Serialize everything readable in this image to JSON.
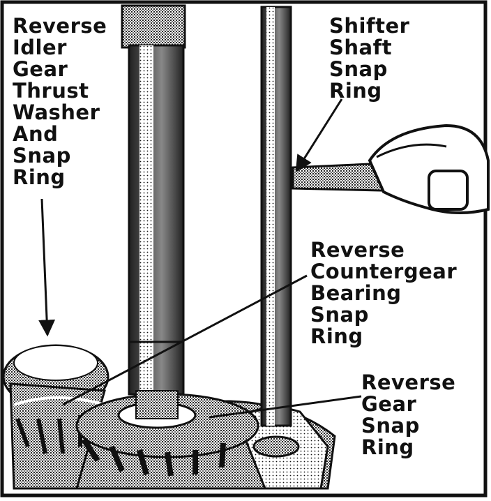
{
  "labels": {
    "reverse_idler": "Reverse\nIdler\nGear\nThrust\nWasher\nAnd\nSnap\nRing",
    "shifter_shaft": "Shifter\nShaft\nSnap\nRing",
    "countergear": "Reverse\nCountergear\nBearing\nSnap\nRing",
    "reverse_gear": "Reverse\nGear\nSnap\nRing"
  },
  "colors": {
    "ink": "#111111",
    "paper": "#ffffff",
    "screen": "#9a9a9a"
  }
}
